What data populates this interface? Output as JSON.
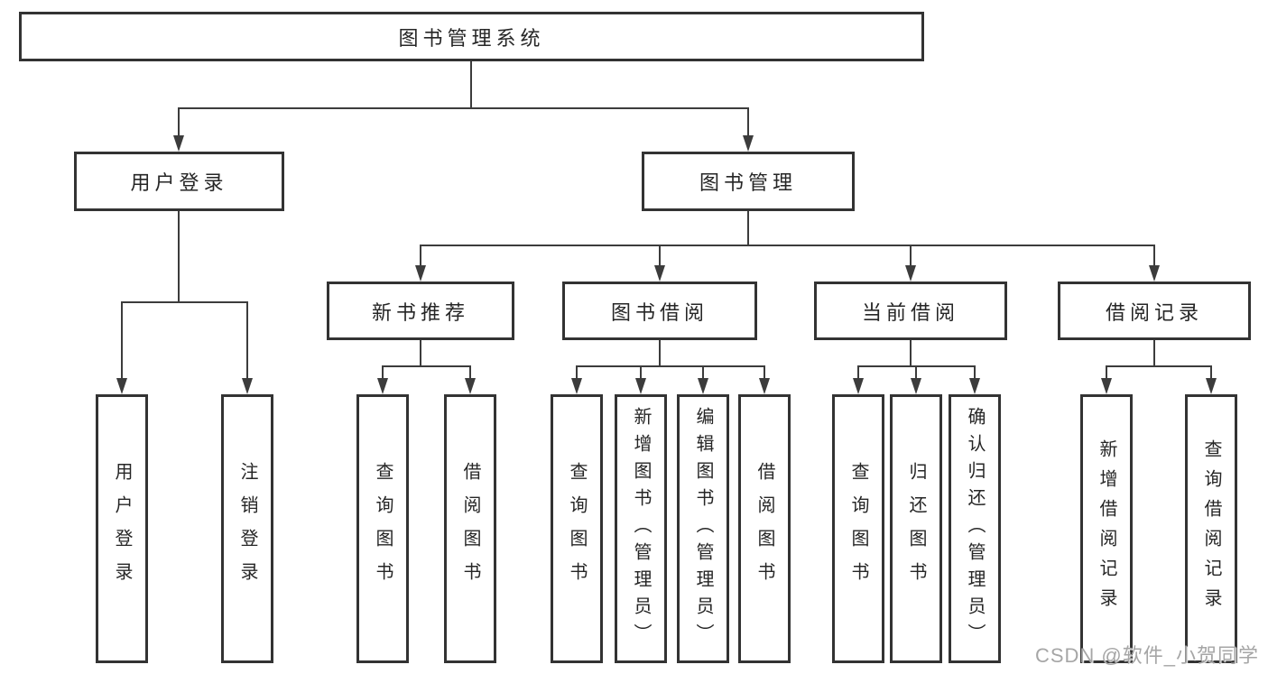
{
  "tree": {
    "root": "图书管理系统",
    "branches": [
      {
        "label": "用户登录",
        "children": [
          "用户登录",
          "注销登录"
        ]
      },
      {
        "label": "图书管理",
        "children": [
          {
            "label": "新书推荐",
            "children": [
              "查询图书",
              "借阅图书"
            ]
          },
          {
            "label": "图书借阅",
            "children": [
              "查询图书",
              "新增图书（管理员）",
              "编辑图书（管理员）",
              "借阅图书"
            ]
          },
          {
            "label": "当前借阅",
            "children": [
              "查询图书",
              "归还图书",
              "确认归还（管理员）"
            ]
          },
          {
            "label": "借阅记录",
            "children": [
              "新增借阅记录",
              "查询借阅记录"
            ]
          }
        ]
      }
    ]
  },
  "watermark": {
    "text": "CSDN @软件_小贺同学"
  },
  "colors": {
    "line": "#3c3c3c",
    "box_border": "#333333",
    "box_fill": "#ffffff",
    "text": "#262626",
    "watermark": "#a6a6a6",
    "background": "#ffffff"
  }
}
